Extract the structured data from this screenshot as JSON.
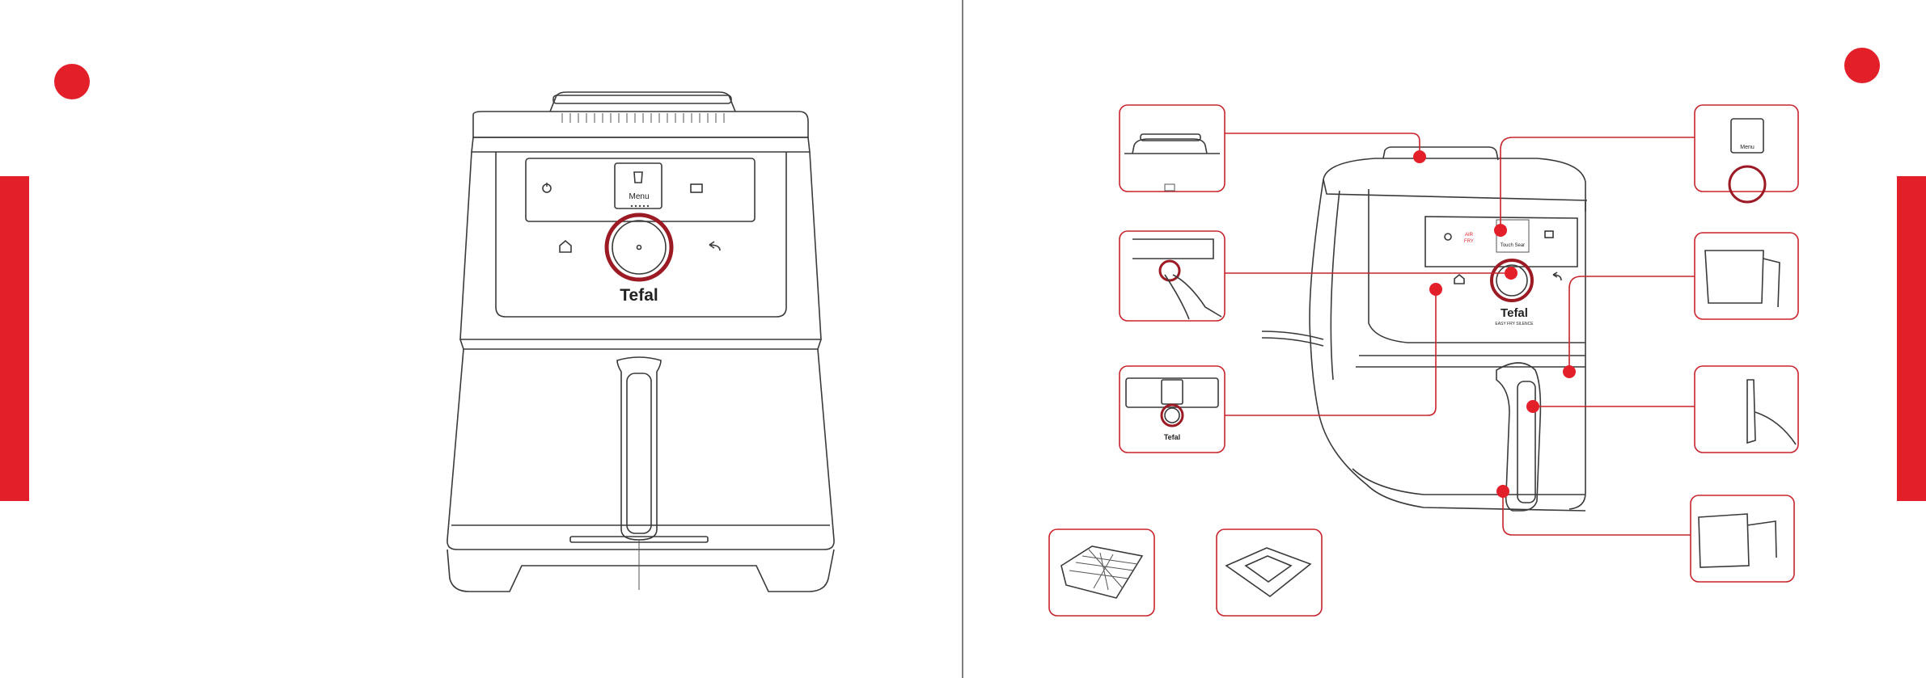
{
  "brand": "Tefal",
  "panel": {
    "menu_label": "Menu",
    "sub_label": "Touch Sear",
    "red_text_1": "AIR",
    "red_text_2": "FRY"
  },
  "tagline": "EASY FRY SILENCE",
  "colors": {
    "accent": "#e3202a",
    "line": "#3a3a3a",
    "callout": "#c8232c"
  }
}
